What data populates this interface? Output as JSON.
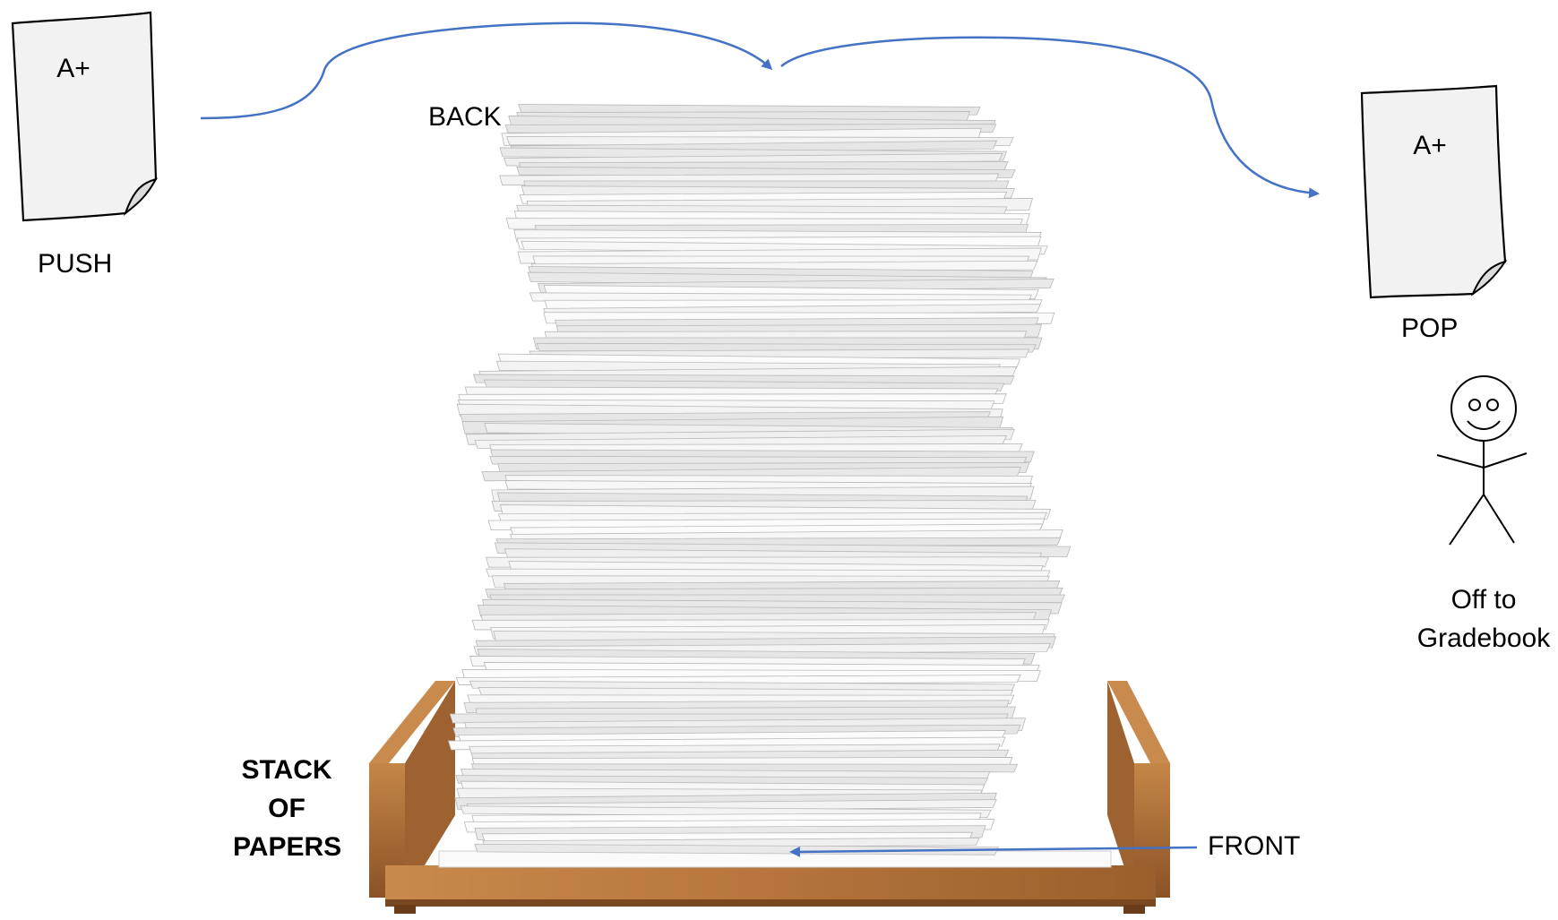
{
  "labels": {
    "push": "PUSH",
    "pop": "POP",
    "back": "BACK",
    "front": "FRONT",
    "stack_line1": "STACK",
    "stack_line2": "OF",
    "stack_line3": "PAPERS",
    "gradebook_line1": "Off to",
    "gradebook_line2": "Gradebook"
  },
  "papers": {
    "left_grade": "A+",
    "right_grade": "A+"
  },
  "colors": {
    "arrow": "#4472c4",
    "paper": "#f2f2f2",
    "paper_outline": "#000000",
    "tray_wood": "#b5753c",
    "tray_wood_dark": "#8a5226"
  }
}
